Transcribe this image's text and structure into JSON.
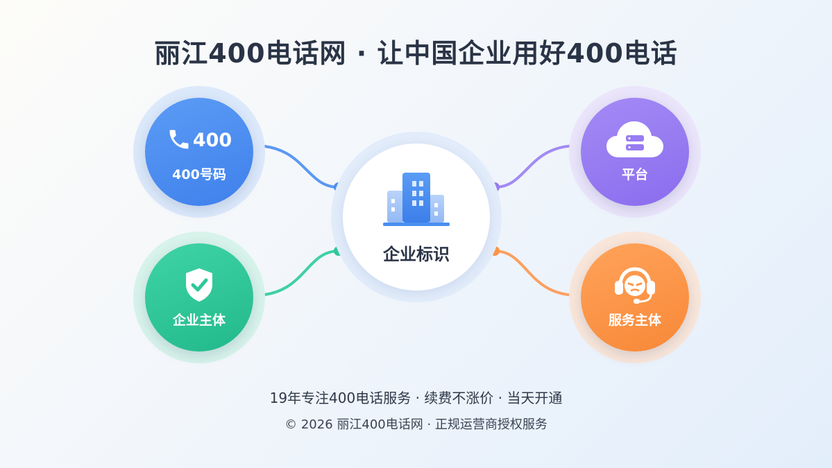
{
  "title": "丽江400电话网 · 让中国企业用好400电话",
  "nodes": {
    "number": {
      "label": "400号码",
      "icon_text": "400",
      "icon": "phone-icon",
      "color": "#4a8ef0"
    },
    "entity": {
      "label": "企业主体",
      "icon": "shield-check-icon",
      "color": "#2ec79a"
    },
    "platform": {
      "label": "平台",
      "icon": "cloud-server-icon",
      "color": "#987cf2"
    },
    "service": {
      "label": "服务主体",
      "icon": "headset-agent-icon",
      "color": "#fb9548"
    }
  },
  "center": {
    "label": "企业标识",
    "icon": "building-icon"
  },
  "footer": {
    "line1": "19年专注400电话服务 · 续费不涨价 · 当天开通",
    "line2": "© 2026 丽江400电话网 · 正规运营商授权服务"
  }
}
